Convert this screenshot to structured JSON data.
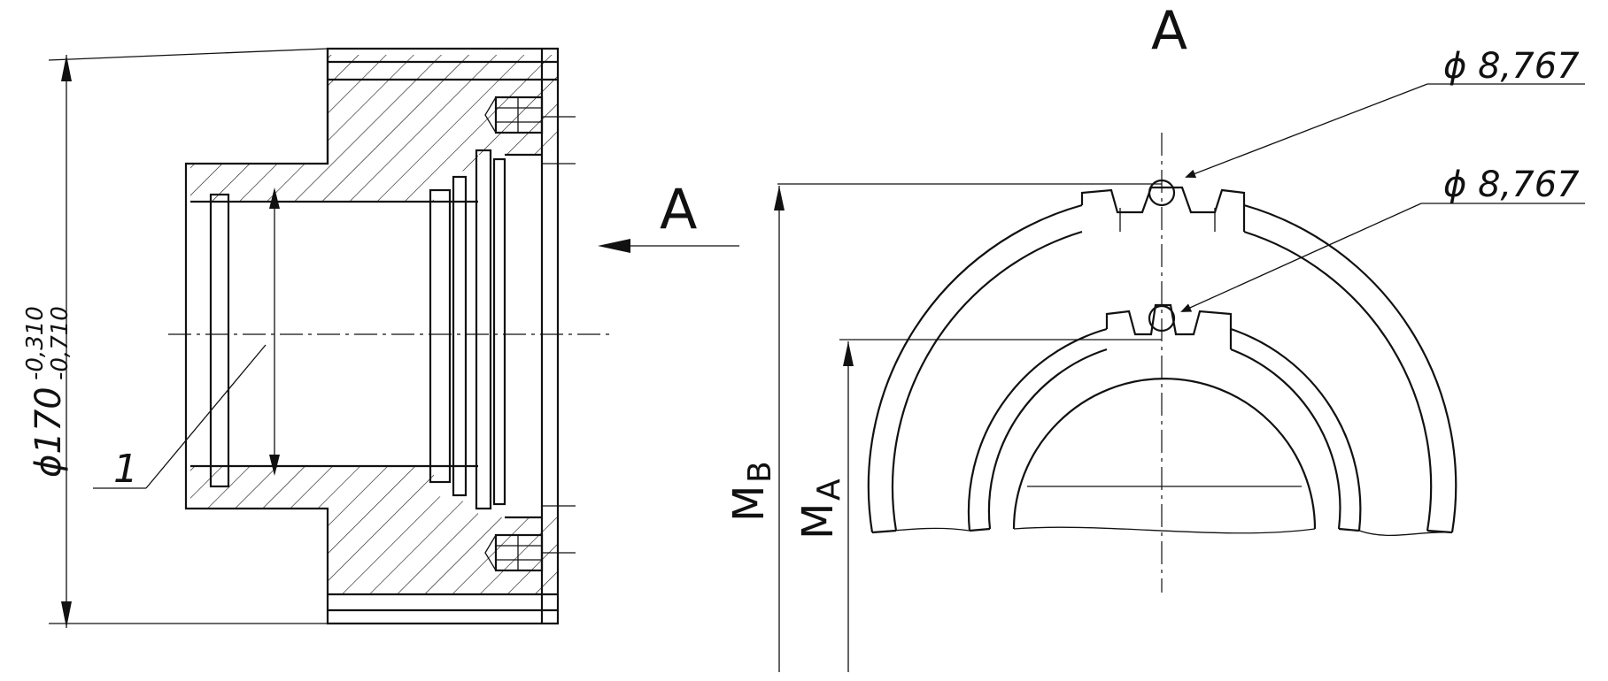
{
  "section_view": {
    "dimension_diameter": "ϕ170",
    "tolerance_upper": "-0,310",
    "tolerance_lower": "-0,710",
    "part_callout": "1"
  },
  "view_marker": {
    "arrow_label": "A",
    "view_title": "A"
  },
  "view_a": {
    "ball_diameter_top": "ϕ 8,767",
    "ball_diameter_bottom": "ϕ 8,767",
    "dim_mb": "M",
    "dim_mb_sub": "B",
    "dim_ma": "M",
    "dim_ma_sub": "A"
  }
}
